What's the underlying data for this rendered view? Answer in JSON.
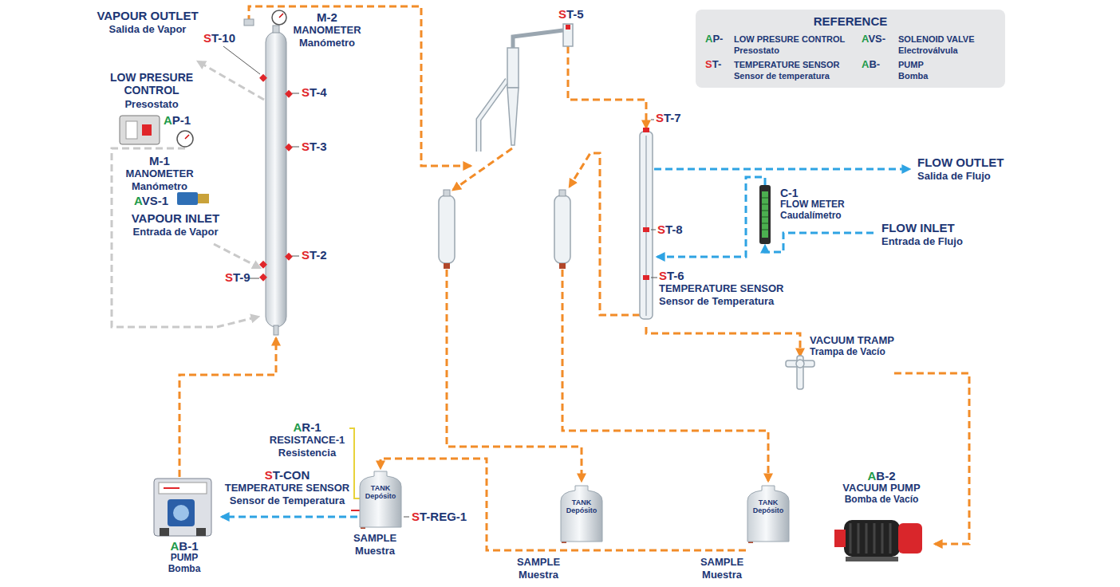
{
  "diagram": {
    "nodes": [
      {
        "text": [
          "REFERENCE",
          "AP-",
          "LOW PRESURE CONTROL",
          "Presostato",
          "AVS-",
          "SOLENOID VALVE",
          "Electroválvula",
          "ST-",
          "TEMPERATURE SENSOR",
          "Sensor de temperatura",
          "AB-",
          "PUMP",
          "Bomba"
        ]
      },
      {
        "text": [
          "C-1",
          "FLOW METER",
          "Caudalímetro"
        ]
      },
      {
        "text": [
          "VACUUM TRAMP",
          "Trampa de Vacío"
        ]
      },
      {
        "text": [
          "TANK",
          "Depósito"
        ]
      },
      {
        "text": [
          "TANK",
          "Depósito"
        ]
      },
      {
        "text": [
          "TANK",
          "Depósito"
        ]
      },
      {
        "text": [
          "AB-2",
          "VACUUM PUMP",
          "Bomba de Vacío"
        ]
      },
      {
        "text": [
          "AB-1",
          "PUMP",
          "Bomba"
        ]
      }
    ],
    "edges": [
      {
        "from": 3,
        "to": 7,
        "arrow": "to"
      },
      {
        "from": 2,
        "to": 6,
        "arrow": "to"
      }
    ],
    "labels": [
      "VAPOUR OUTLET",
      "Salida de Vapor",
      "ST-10",
      "M-2",
      "MANOMETER",
      "Manómetro",
      "ST-5",
      "LOW PRESURE CONTROL",
      "Presostato",
      "AP-1",
      "ST-4",
      "M-1",
      "MANOMETER",
      "Manómetro",
      "ST-3",
      "AVS-1",
      "VAPOUR INLET",
      "Entrada de Vapor",
      "ST-2",
      "ST-9",
      "ST-7",
      "FLOW OUTLET",
      "Salida de Flujo",
      "ST-8",
      "FLOW INLET",
      "Entrada de Flujo",
      "ST-6",
      "TEMPERATURE SENSOR",
      "Sensor de Temperatura",
      "AR-1",
      "RESISTANCE-1",
      "Resistencia",
      "ST-CON",
      "TEMPERATURE SENSOR",
      "Sensor de Temperatura",
      "ST-REG-1",
      "SAMPLE",
      "Muestra",
      "SAMPLE",
      "Muestra",
      "SAMPLE",
      "Muestra"
    ]
  }
}
